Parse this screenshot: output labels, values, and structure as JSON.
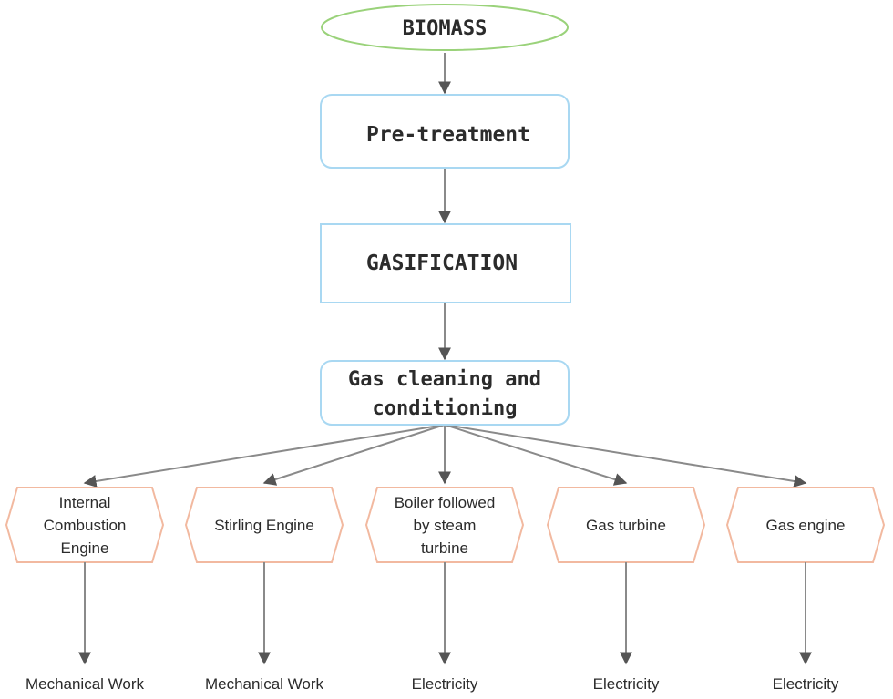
{
  "colors": {
    "oval_border": "#9ad27a",
    "box_border": "#a9d8f2",
    "hex_border": "#f2b9a0",
    "arrow": "#8a8a8a",
    "text": "#2b2b2b"
  },
  "nodes": {
    "biomass": "BIOMASS",
    "pretreatment": "Pre-treatment",
    "gasification": "GASIFICATION",
    "gas_cleaning": [
      "Gas cleaning and",
      "conditioning"
    ]
  },
  "technologies": [
    {
      "lines": [
        "Internal",
        "Combustion",
        "Engine"
      ],
      "output": "Mechanical Work"
    },
    {
      "lines": [
        "Stirling Engine"
      ],
      "output": "Mechanical Work"
    },
    {
      "lines": [
        "Boiler followed",
        "by steam",
        "turbine"
      ],
      "output": "Electricity"
    },
    {
      "lines": [
        "Gas turbine"
      ],
      "output": "Electricity"
    },
    {
      "lines": [
        "Gas engine"
      ],
      "output": "Electricity"
    }
  ]
}
